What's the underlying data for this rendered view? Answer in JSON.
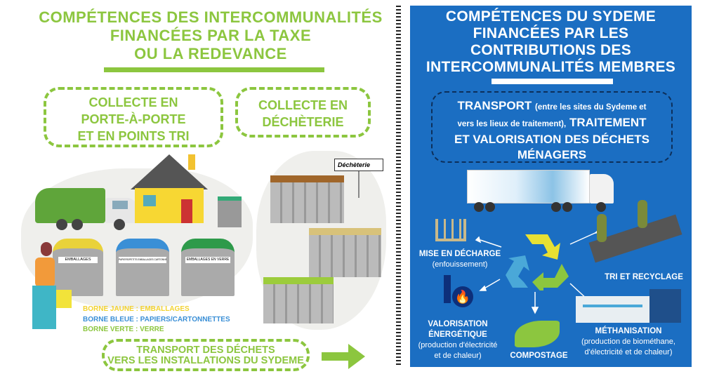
{
  "left": {
    "title": [
      "COMPÉTENCES DES INTERCOMMUNALITÉS",
      "FINANCÉES PAR LA TAXE",
      "OU LA REDEVANCE"
    ],
    "box_collecte_pap": [
      "COLLECTE EN",
      "PORTE-À-PORTE",
      "ET EN POINTS TRI"
    ],
    "box_decheterie": [
      "COLLECTE EN",
      "DÉCHÈTERIE"
    ],
    "sign_decheterie": "Déchèterie",
    "bins": [
      "EMBALLAGES",
      "PAPIERS/PETITS EMBALLAGES CARTONNÉS",
      "EMBALLAGES EN VERRE"
    ],
    "legend": [
      "BORNE JAUNE : EMBALLAGES",
      "BORNE BLEUE : PAPIERS/CARTONNETTES",
      "BORNE VERTE : VERRE"
    ],
    "transport": [
      "TRANSPORT DES DÉCHETS",
      "VERS LES INSTALLATIONS DU SYDEME"
    ]
  },
  "right": {
    "title": [
      "COMPÉTENCES DU SYDEME",
      "FINANCÉES PAR LES",
      "CONTRIBUTIONS DES",
      "INTERCOMMUNALITÉS MEMBRES"
    ],
    "box": {
      "transport": "TRANSPORT",
      "transport_detail_1": "(entre les sites du Sydeme et",
      "transport_detail_2": "vers les lieux de traitement),",
      "traitement": "TRAITEMENT",
      "line3": "ET VALORISATION DES DÉCHETS",
      "line4": "MÉNAGERS"
    },
    "mise_en_decharge": {
      "title": "MISE EN DÉCHARGE",
      "detail": "(enfouissement)"
    },
    "tri": {
      "title": "TRI ET RECYCLAGE"
    },
    "valorisation": {
      "title": [
        "VALORISATION",
        "ÉNERGÉTIQUE"
      ],
      "detail": [
        "(production d'électricité",
        "et de chaleur)"
      ]
    },
    "compostage": {
      "title": "COMPOSTAGE"
    },
    "methanisation": {
      "title": "MÉTHANISATION",
      "detail": [
        "(production de biométhane,",
        "d'électricité et de chaleur)"
      ]
    }
  },
  "colors": {
    "green": "#8cc63f",
    "blue": "#1b6ec2",
    "yellow": "#f2d230",
    "legend_blue": "#3a8fd6"
  }
}
